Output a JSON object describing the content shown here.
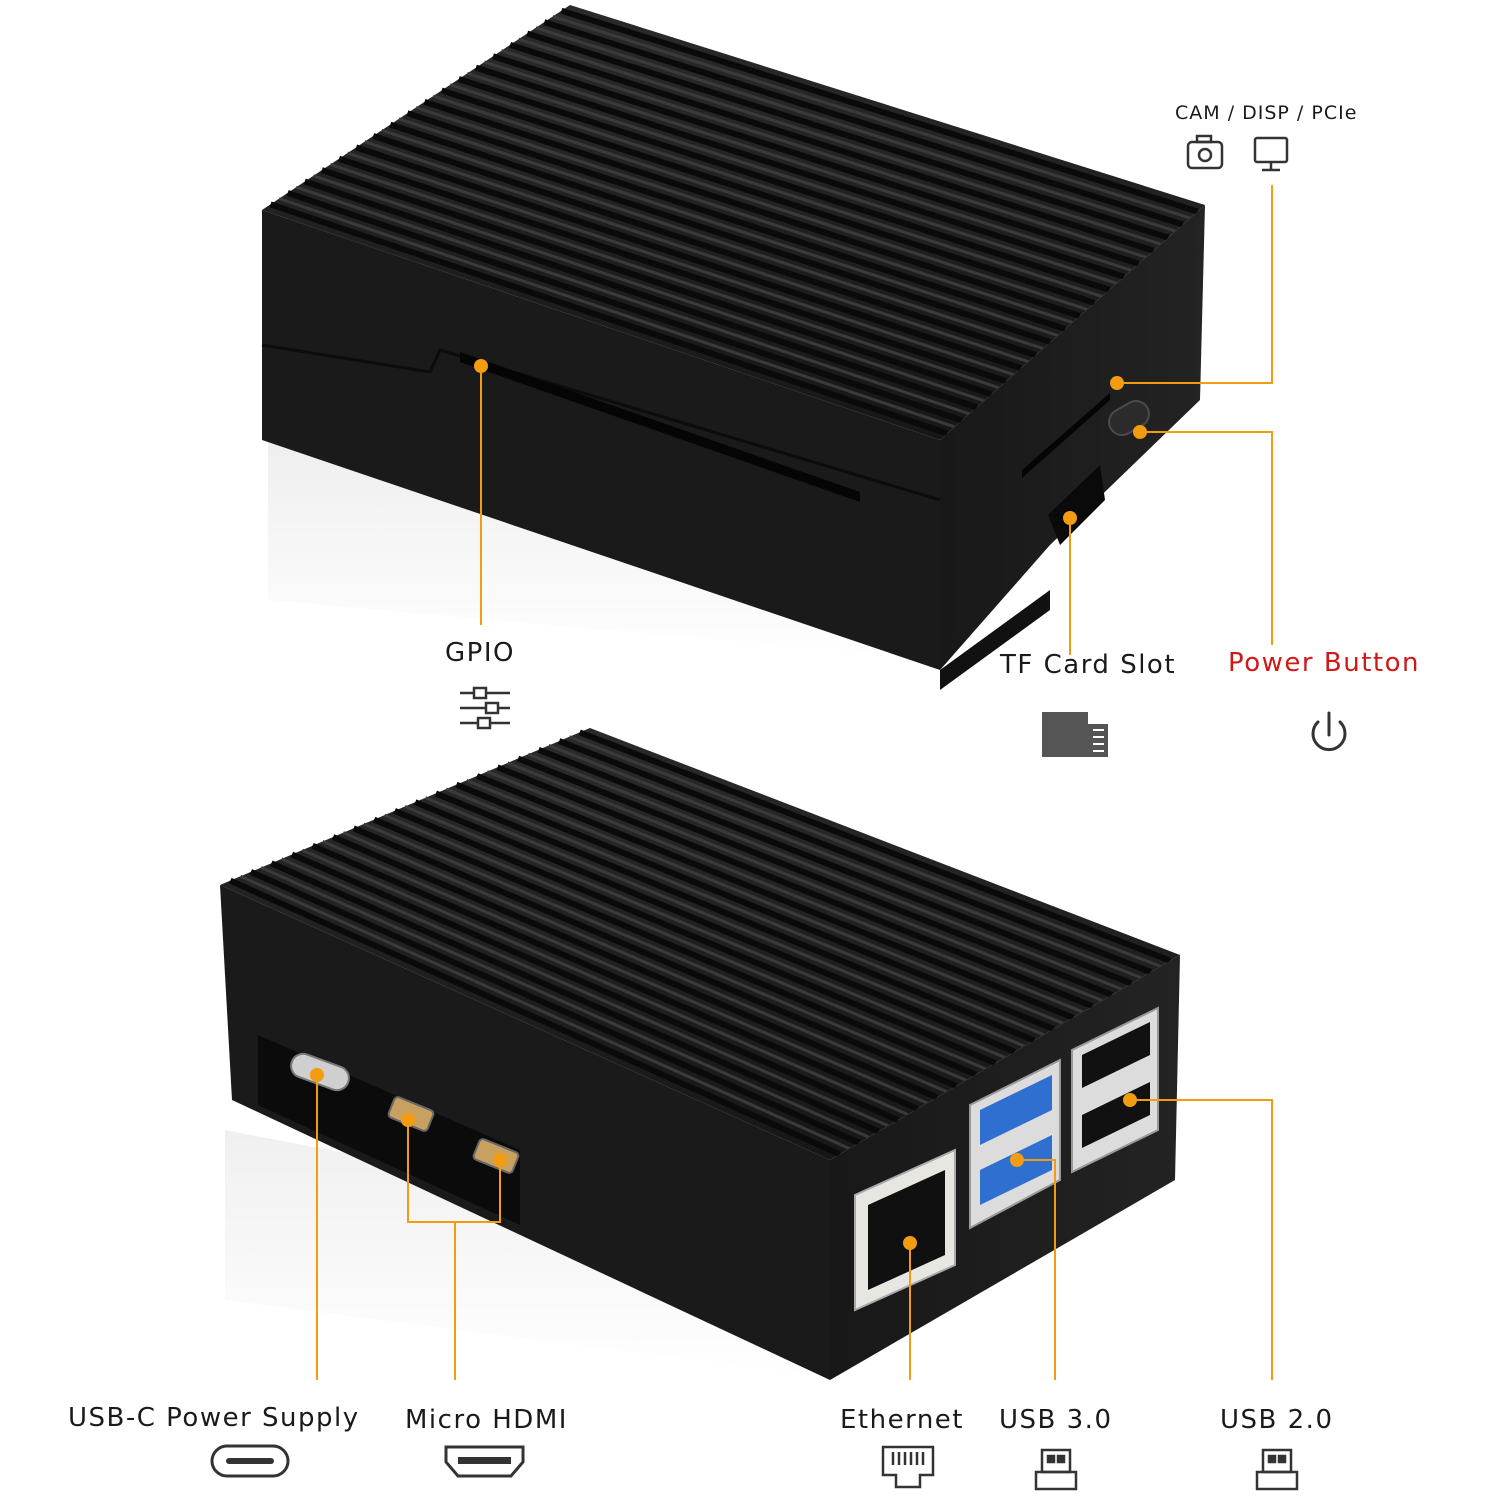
{
  "colors": {
    "accent": "#f39c12",
    "power_label": "#d01818",
    "case": "#1c1c1c",
    "usb3_blue": "#2f6fcf"
  },
  "top_case": {
    "labels": {
      "cam_disp_pcie": "CAM / DISP / PCIe",
      "gpio": "GPIO",
      "tf_card_slot": "TF Card Slot",
      "power_button": "Power Button"
    },
    "icons": [
      "camera-icon",
      "monitor-icon",
      "gpio-icon",
      "sd-card-icon",
      "power-icon"
    ]
  },
  "bottom_case": {
    "labels": {
      "usb_c_power": "USB-C Power Supply",
      "micro_hdmi": "Micro HDMI",
      "ethernet": "Ethernet",
      "usb3": "USB 3.0",
      "usb2": "USB 2.0"
    },
    "icons": [
      "usb-c-icon",
      "hdmi-icon",
      "ethernet-icon",
      "usb-icon",
      "usb-icon"
    ]
  }
}
